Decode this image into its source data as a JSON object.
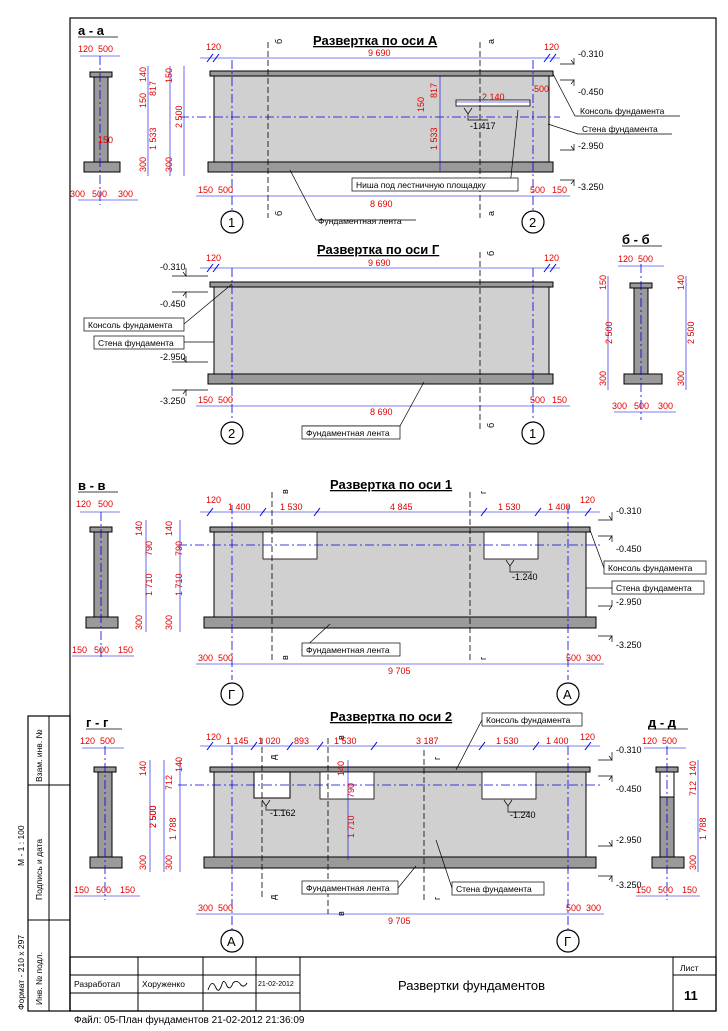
{
  "views": {
    "a": {
      "title": "Развертка по оси А",
      "dims_top": [
        "120",
        "9 690",
        "120"
      ],
      "dims_left": [
        "150",
        "2 500",
        "300"
      ],
      "dims_inner": [
        "817",
        "1 533"
      ],
      "dims_niche": [
        "150",
        "817",
        "1 533"
      ],
      "niche_width": "2 140",
      "niche_depth": "500",
      "niche_level": "-1.417",
      "dims_bottom": [
        "150",
        "500",
        "8 690",
        "500",
        "150"
      ],
      "levels": [
        "-0.310",
        "-0.450",
        "-2.950",
        "-3.250"
      ],
      "callouts": [
        "Консоль фундамента",
        "Стена фундамента",
        "Ниша под лестничную площадку",
        "Фундаментная лента"
      ],
      "axes": [
        "1",
        "2"
      ],
      "cuts": [
        "а",
        "б"
      ]
    },
    "aa": {
      "title": "а - а",
      "dims_top": [
        "120",
        "500"
      ],
      "dims_side": [
        "140",
        "817",
        "150",
        "1 533",
        "150",
        "300"
      ],
      "dims_bottom": [
        "300",
        "500",
        "300"
      ]
    },
    "g": {
      "title": "Развертка по оси Г",
      "dims_top": [
        "120",
        "9 690",
        "120"
      ],
      "dims_bottom": [
        "150",
        "500",
        "8 690",
        "500",
        "150"
      ],
      "levels": [
        "-0.310",
        "-0.450",
        "-2.950",
        "-3.250"
      ],
      "callouts": [
        "Консоль фундамента",
        "Стена фундамента",
        "Фундаментная лента"
      ],
      "axes": [
        "2",
        "1"
      ],
      "cuts": [
        "б"
      ]
    },
    "bb": {
      "title": "б - б",
      "dims_top": [
        "120",
        "500"
      ],
      "dims_side_left": [
        "150",
        "2 500",
        "300"
      ],
      "dims_side_right": [
        "140",
        "2 500",
        "300"
      ],
      "dims_bottom": [
        "300",
        "500",
        "300"
      ]
    },
    "one": {
      "title": "Развертка по оси 1",
      "dims_top": [
        "120",
        "1 400",
        "1 530",
        "4 845",
        "1 530",
        "1 400",
        "120"
      ],
      "dims_left": [
        "140",
        "790",
        "1 710",
        "300"
      ],
      "niche_level": "-1.240",
      "dims_bottom": [
        "300",
        "500",
        "9 705",
        "500",
        "300"
      ],
      "levels": [
        "-0.310",
        "-0.450",
        "-2.950",
        "-3.250"
      ],
      "callouts": [
        "Консоль фундамента",
        "Стена фундамента",
        "Фундаментная лента"
      ],
      "axes": [
        "Г",
        "А"
      ],
      "cuts": [
        "в",
        "г"
      ]
    },
    "vv": {
      "title": "в - в",
      "dims_top": [
        "120",
        "500"
      ],
      "dims_side": [
        "140",
        "790",
        "1 710",
        "300"
      ],
      "dims_bottom": [
        "150",
        "500",
        "150"
      ]
    },
    "two": {
      "title": "Развертка по оси 2",
      "dims_top": [
        "120",
        "1 145",
        "1 020",
        "893",
        "1 530",
        "3 187",
        "1 530",
        "1 400",
        "120"
      ],
      "dims_left": [
        "140",
        "712",
        "2 500",
        "1 788",
        "300"
      ],
      "dims_mid": [
        "140",
        "790",
        "1 710"
      ],
      "niche_level_1": "-1.162",
      "niche_level_2": "-1.240",
      "dims_bottom": [
        "300",
        "500",
        "9 705",
        "500",
        "300"
      ],
      "levels": [
        "-0.310",
        "-0.450",
        "-2.950",
        "-3.250"
      ],
      "callouts": [
        "Консоль фундамента",
        "Фундаментная лента",
        "Стена фундамента"
      ],
      "axes": [
        "А",
        "Г"
      ],
      "cuts": [
        "д",
        "в",
        "г"
      ]
    },
    "gg": {
      "title": "г - г",
      "dims_top": [
        "120",
        "500"
      ],
      "dims_side": [
        "140",
        "2 500",
        "300"
      ],
      "dims_bottom": [
        "150",
        "500",
        "150"
      ]
    },
    "dd": {
      "title": "д - д",
      "dims_top": [
        "120",
        "500"
      ],
      "dims_side": [
        "140",
        "712",
        "1 788",
        "300"
      ],
      "dims_bottom": [
        "150",
        "500",
        "150"
      ]
    }
  },
  "stamp": {
    "developed_label": "Разработал",
    "developer": "Хоруженко",
    "date": "21-02-2012",
    "sheet_title": "Развертки фундаментов",
    "sheet_label": "Лист",
    "sheet_number": "11",
    "side_fields": [
      "Взам. инв. №",
      "Подпись и дата",
      "Инв. № подл."
    ],
    "scale": "М - 1 : 100",
    "format": "Формат - 210 х 297"
  },
  "footer": {
    "file_line": "Файл: 05-План фундаментов  21-02-2012  21:36:09"
  }
}
